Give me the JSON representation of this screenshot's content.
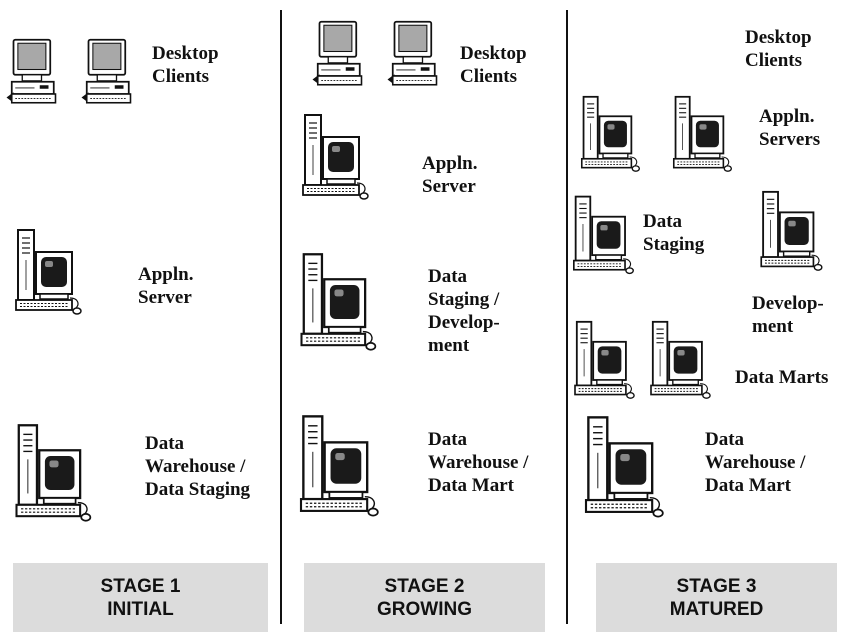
{
  "stages": [
    {
      "id": "stage-1",
      "name": "STAGE 1",
      "status": "INITIAL",
      "labels": {
        "clients": "Desktop\nClients",
        "server": "Appln.\nServer",
        "warehouse": "Data\nWarehouse /\nData Staging"
      }
    },
    {
      "id": "stage-2",
      "name": "STAGE 2",
      "status": "GROWING",
      "labels": {
        "clients": "Desktop\nClients",
        "server": "Appln.\nServer",
        "staging": "Data\nStaging  /\nDevelop-\nment",
        "warehouse": "Data\nWarehouse /\nData Mart"
      }
    },
    {
      "id": "stage-3",
      "name": "STAGE 3",
      "status": "MATURED",
      "labels": {
        "clients": "Desktop\nClients",
        "servers": "Appln.\nServers",
        "staging": "Data\nStaging",
        "development": "Develop-\nment",
        "marts": "Data Marts",
        "warehouse": "Data\nWarehouse /\nData Mart"
      }
    }
  ],
  "colors": {
    "stage_box": "#dcdcdc",
    "text": "#111111",
    "device_body": "#ffffff",
    "device_screen": "#1a1a1a"
  },
  "icons": {
    "desktop": "desktop-computer-icon",
    "tower": "tower-server-icon"
  }
}
